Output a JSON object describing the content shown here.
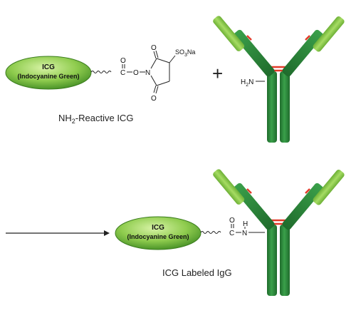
{
  "top": {
    "ellipse": {
      "line1": "ICG",
      "line2": "(Indocyanine Green)"
    },
    "carbonyl_o": "O",
    "carbonyl_c": "C",
    "ester_o": "O",
    "ring_n": "N",
    "ring_o_top": "O",
    "ring_o_bottom": "O",
    "sulfo_group": "SO",
    "sulfo_sub": "3",
    "sulfo_na": "Na",
    "plus": "+",
    "amine_h": "H",
    "amine_sub": "2",
    "amine_n": "N",
    "caption_nh": "NH",
    "caption_sub": "2",
    "caption_rest": "-Reactive ICG"
  },
  "bottom": {
    "ellipse": {
      "line1": "ICG",
      "line2": "(Indocyanine Green)"
    },
    "carbonyl_o": "O",
    "carbonyl_c": "C",
    "amide_h": "H",
    "amide_n": "N",
    "caption": "ICG Labeled IgG"
  },
  "colors": {
    "ellipse_light": "#b9e07a",
    "ellipse_dark": "#4d9a2a",
    "heavy_chain": "#2e8b3a",
    "light_chain": "#8ccf45",
    "hinge": "#2a3fa3",
    "disulfide": "#e23a2a"
  }
}
